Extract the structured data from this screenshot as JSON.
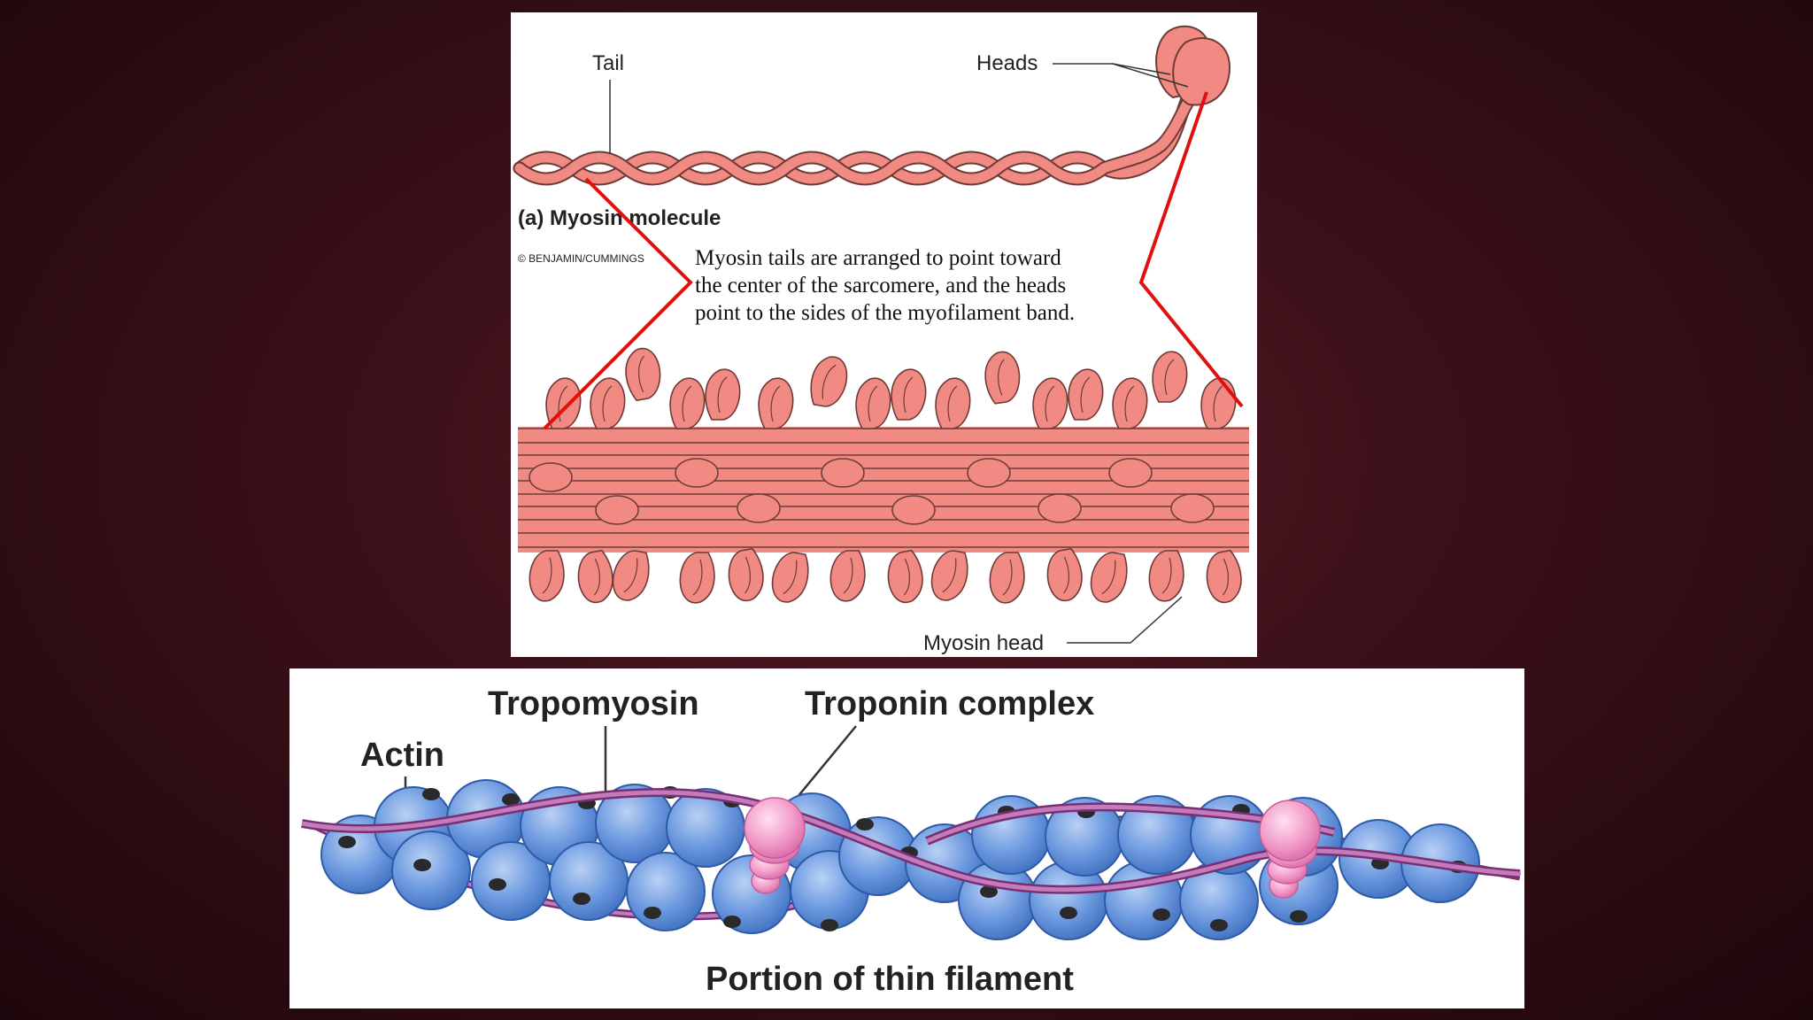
{
  "myosin": {
    "tail_label": "Tail",
    "heads_label": "Heads",
    "caption": "(a)  Myosin molecule",
    "copyright": "© BENJAMIN/CUMMINGS",
    "description": [
      "Myosin tails are arranged to point toward",
      "the center of the sarcomere, and the heads",
      "point to the sides of the myofilament band."
    ],
    "head_label": "Myosin head"
  },
  "actin": {
    "tropomyosin_label": "Tropomyosin",
    "troponin_label": "Troponin complex",
    "actin_label": "Actin",
    "caption": "Portion of thin filament"
  },
  "colors": {
    "myosin_fill": "#f08a82",
    "myosin_outline": "#6e3b38",
    "annotation_red": "#e01010",
    "actin_fill": "#6e9be0",
    "actin_outline": "#2d5ba8",
    "tropomyosin": "#a4559e",
    "troponin": "#f29ac8"
  }
}
